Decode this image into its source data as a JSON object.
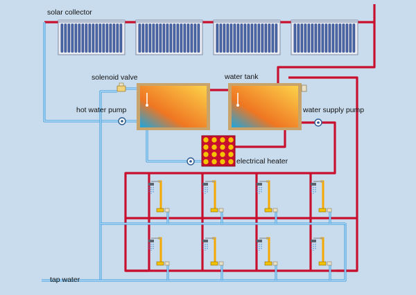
{
  "labels": {
    "solar_collector": "solar collector",
    "solenoid_valve": "solenoid valve",
    "water_tank": "water tank",
    "hot_water_pump": "hot water pump",
    "water_supply_pump": "water supply pump",
    "electrical_heater": "electrical heater",
    "tap_water": "tap water"
  },
  "components": {
    "collector_panel_count": 4,
    "shower_count": 8,
    "heater_element_rows": 4,
    "heater_element_cols": 4
  },
  "colors": {
    "background": "#c9dced",
    "hot_pipe": "#c8102e",
    "cold_pipe": "#3399dd",
    "cold_pipe_highlight": "#ffffff",
    "shower_pipe": "#f5a800",
    "tank_gradient_light": "#fcd24a",
    "tank_gradient_mid": "#ef7622",
    "tank_gradient_dark": "#1aa6e0",
    "tank_frame": "#c9a46a",
    "heater_body": "#c8102e",
    "heater_element": "#f5c400",
    "collector_tube": "#3f5a9a"
  }
}
